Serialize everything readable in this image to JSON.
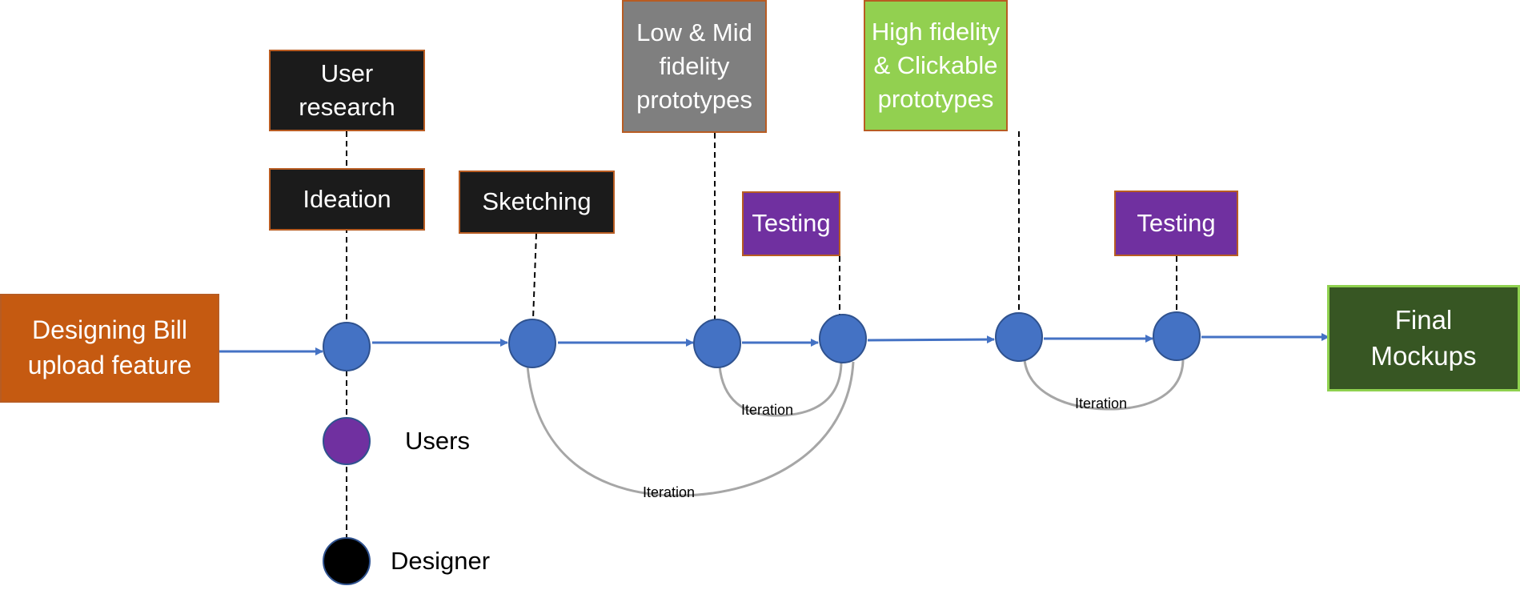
{
  "diagram": {
    "title": "UX design process flow",
    "colors": {
      "flow_line": "#4472c4",
      "node_fill": "#4472c4",
      "node_stroke": "#2f528f",
      "iteration_arc": "#a6a6a6",
      "connector": "#000000",
      "start_fill": "#c55a11",
      "designer_box_fill": "#1b1b1b",
      "lowmid_box_fill": "#7f7f7f",
      "highfi_box_fill": "#92d050",
      "users_box_fill": "#7030a0",
      "final_fill": "#375623",
      "final_border": "#8fd14f",
      "box_border": "#b85c22"
    },
    "start": {
      "lines": [
        "Designing Bill",
        "upload feature"
      ]
    },
    "end": {
      "lines": [
        "Final",
        "Mockups"
      ]
    },
    "stages": [
      {
        "id": "user-research",
        "lines": [
          "User",
          "research"
        ],
        "role": "designer",
        "node": 1
      },
      {
        "id": "ideation",
        "lines": [
          "Ideation"
        ],
        "role": "designer",
        "node": 1
      },
      {
        "id": "sketching",
        "lines": [
          "Sketching"
        ],
        "role": "designer",
        "node": 2
      },
      {
        "id": "low-mid-fidelity",
        "lines": [
          "Low & Mid",
          "fidelity",
          "prototypes"
        ],
        "role": "designer",
        "node": 3
      },
      {
        "id": "testing-1",
        "lines": [
          "Testing"
        ],
        "role": "users",
        "node": 4
      },
      {
        "id": "high-fidelity",
        "lines": [
          "High fidelity",
          "& Clickable",
          "prototypes"
        ],
        "role": "designer",
        "node": 5
      },
      {
        "id": "testing-2",
        "lines": [
          "Testing"
        ],
        "role": "users",
        "node": 6
      }
    ],
    "iterations": [
      {
        "label": "Iteration",
        "from_node": 2,
        "to_node": 4
      },
      {
        "label": "Iteration",
        "from_node": 3,
        "to_node": 4
      },
      {
        "label": "Iteration",
        "from_node": 5,
        "to_node": 6
      }
    ],
    "legend": {
      "users": {
        "label": "Users",
        "color": "#7030a0"
      },
      "designer": {
        "label": "Designer",
        "color": "#000000"
      }
    }
  }
}
